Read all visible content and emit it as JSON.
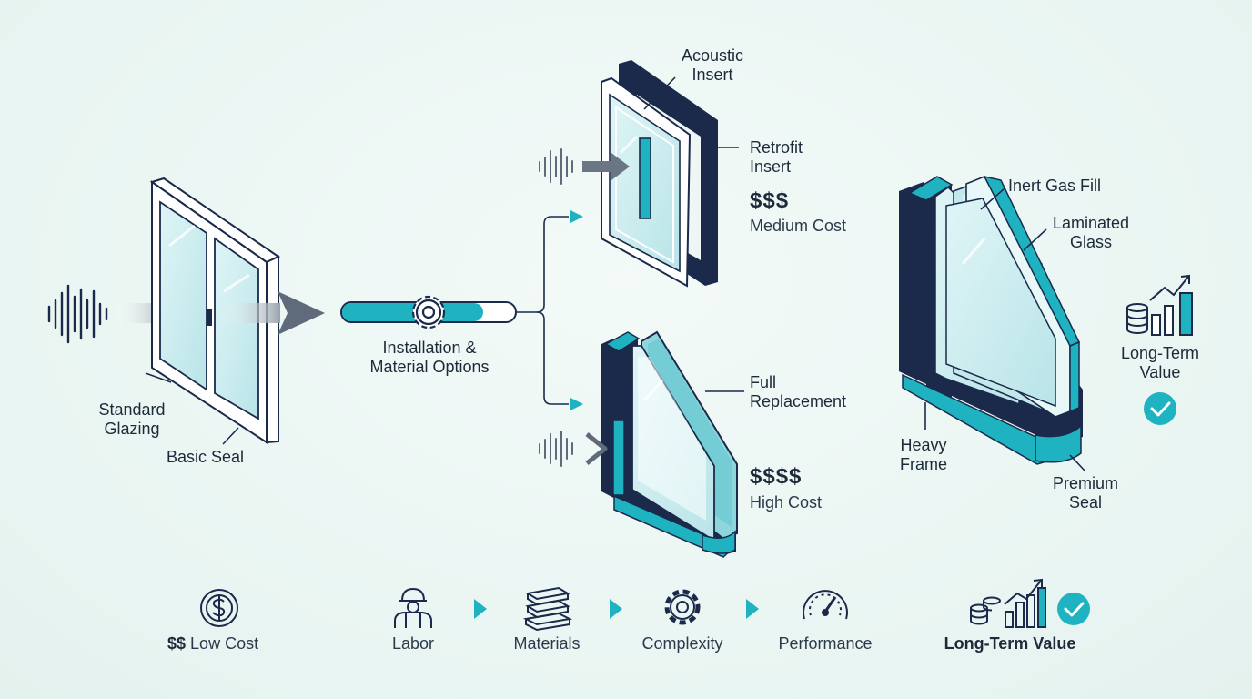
{
  "labels": {
    "standard_glazing": [
      "Standard",
      "Glazing"
    ],
    "basic_seal": "Basic Seal",
    "installation": [
      "Installation &",
      "Material Options"
    ],
    "acoustic_insert": [
      "Acoustic",
      "Insert"
    ],
    "retrofit_insert": [
      "Retrofit",
      "Insert"
    ],
    "full_replacement": [
      "Full",
      "Replacement"
    ],
    "inert_gas_fill": "Inert Gas Fill",
    "laminated_glass": [
      "Laminated",
      "Glass"
    ],
    "heavy_frame": [
      "Heavy",
      "Frame"
    ],
    "premium_seal": [
      "Premium",
      "Seal"
    ],
    "long_term_value": [
      "Long-Term",
      "Value"
    ]
  },
  "costs": {
    "medium": {
      "symbol": "$$$",
      "label": "Medium Cost"
    },
    "high": {
      "symbol": "$$$$",
      "label": "High Cost"
    }
  },
  "bottom_bar": {
    "low_cost_symbol": "$$",
    "low_cost_label": "Low Cost",
    "steps": [
      "Labor",
      "Materials",
      "Complexity",
      "Performance"
    ],
    "result": "Long-Term Value"
  },
  "colors": {
    "navy": "#1b2a4a",
    "teal": "#1fb3c2",
    "glass": "#cfeef0",
    "arrow_gray": "#5f6b7a",
    "check": "#1fb3c2"
  },
  "icons": [
    "sound-wave-icon",
    "gear-icon",
    "dollar-coin-icon",
    "worker-icon",
    "materials-stack-icon",
    "cog-icon",
    "gauge-icon",
    "coins-growth-chart-icon",
    "checkmark-icon"
  ]
}
